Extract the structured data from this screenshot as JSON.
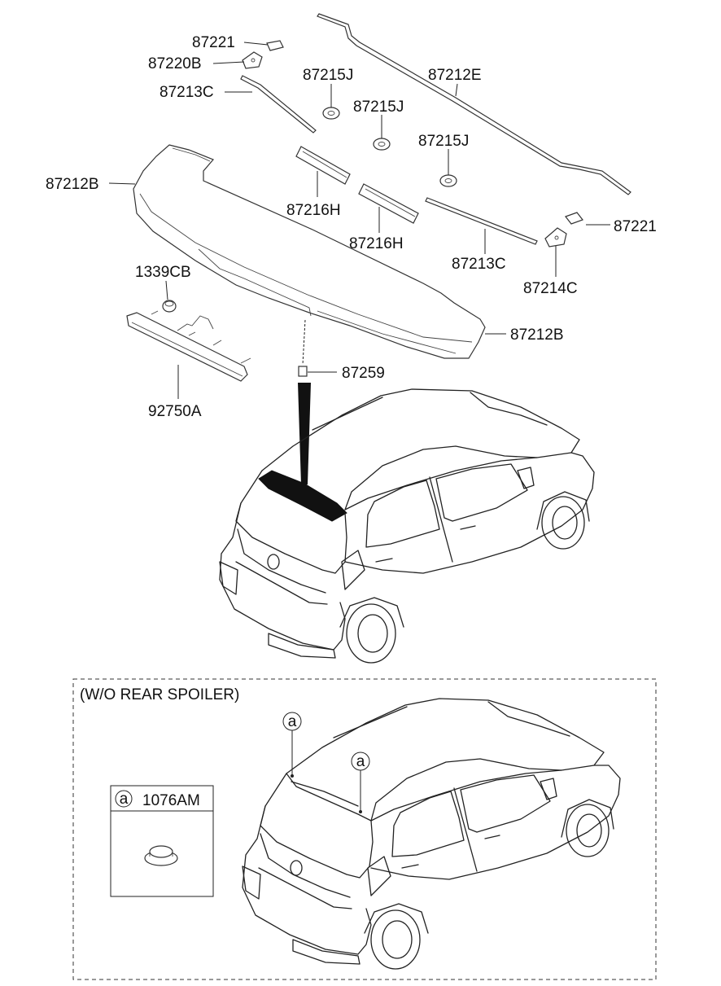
{
  "labels": {
    "p87221_top": "87221",
    "p87220B": "87220B",
    "p87213C_top": "87213C",
    "p87215J_1": "87215J",
    "p87212E": "87212E",
    "p87215J_2": "87215J",
    "p87215J_3": "87215J",
    "p87212B_left": "87212B",
    "p87216H_1": "87216H",
    "p87216H_2": "87216H",
    "p87221_right": "87221",
    "p87213C_right": "87213C",
    "p87214C": "87214C",
    "p1339CB": "1339CB",
    "p87212B_right": "87212B",
    "p87259": "87259",
    "p92750A": "92750A"
  },
  "wo_section": {
    "title": "(W/O REAR SPOILER)",
    "marker_a": "a",
    "legend_marker": "a",
    "legend_part": "1076AM"
  },
  "colors": {
    "line": "#222222",
    "background": "#ffffff"
  }
}
